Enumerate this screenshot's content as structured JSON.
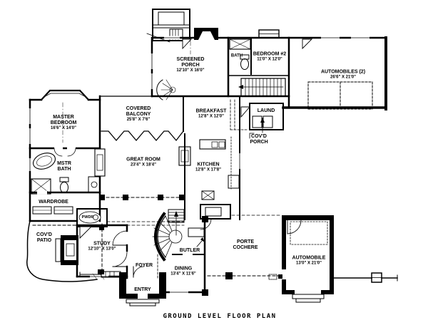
{
  "title": "GROUND LEVEL FLOOR PLAN",
  "colors": {
    "ink": "#000000",
    "paper": "#ffffff"
  },
  "rooms": {
    "screened_porch": {
      "name": "SCREENED PORCH",
      "dims": "12'10\" X 16'0\""
    },
    "bath": {
      "name": "BATH"
    },
    "bedroom2": {
      "name": "BEDROOM #2",
      "dims": "11'0\" X 12'0\""
    },
    "automobiles": {
      "name": "AUTOMOBILES (2)",
      "dims": "26'6\" X 21'0\""
    },
    "master_bedroom": {
      "name": "MASTER BEDROOM",
      "dims": "16'6\" X 14'0\""
    },
    "covered_balcony": {
      "name": "COVERED BALCONY",
      "dims": "25'8\" X 7'6\""
    },
    "breakfast": {
      "name": "BREAKFAST",
      "dims": "12'8\" X 12'0\""
    },
    "laundry": {
      "name": "LAUND"
    },
    "covd_porch": {
      "name": "COV'D PORCH"
    },
    "mstr_bath": {
      "name": "MSTR BATH"
    },
    "great_room": {
      "name": "GREAT ROOM",
      "dims": "23'4\" X 18'4\""
    },
    "kitchen": {
      "name": "KITCHEN",
      "dims": "12'8\" X 17'8\""
    },
    "wardrobe": {
      "name": "WARDROBE"
    },
    "pwdr": {
      "name": "PWDR"
    },
    "covd_patio": {
      "name": "COV'D PATIO"
    },
    "study": {
      "name": "STUDY",
      "dims": "12'10\" X 13'0\""
    },
    "butler": {
      "name": "BUTLER"
    },
    "foyer": {
      "name": "FOYER"
    },
    "entry": {
      "name": "ENTRY"
    },
    "dining": {
      "name": "DINING",
      "dims": "13'4\" X 11'6\""
    },
    "porte_cochere": {
      "name": "PORTE COCHERE"
    },
    "automobile": {
      "name": "AUTOMOBILE",
      "dims": "13'0\" X 21'0\""
    }
  }
}
